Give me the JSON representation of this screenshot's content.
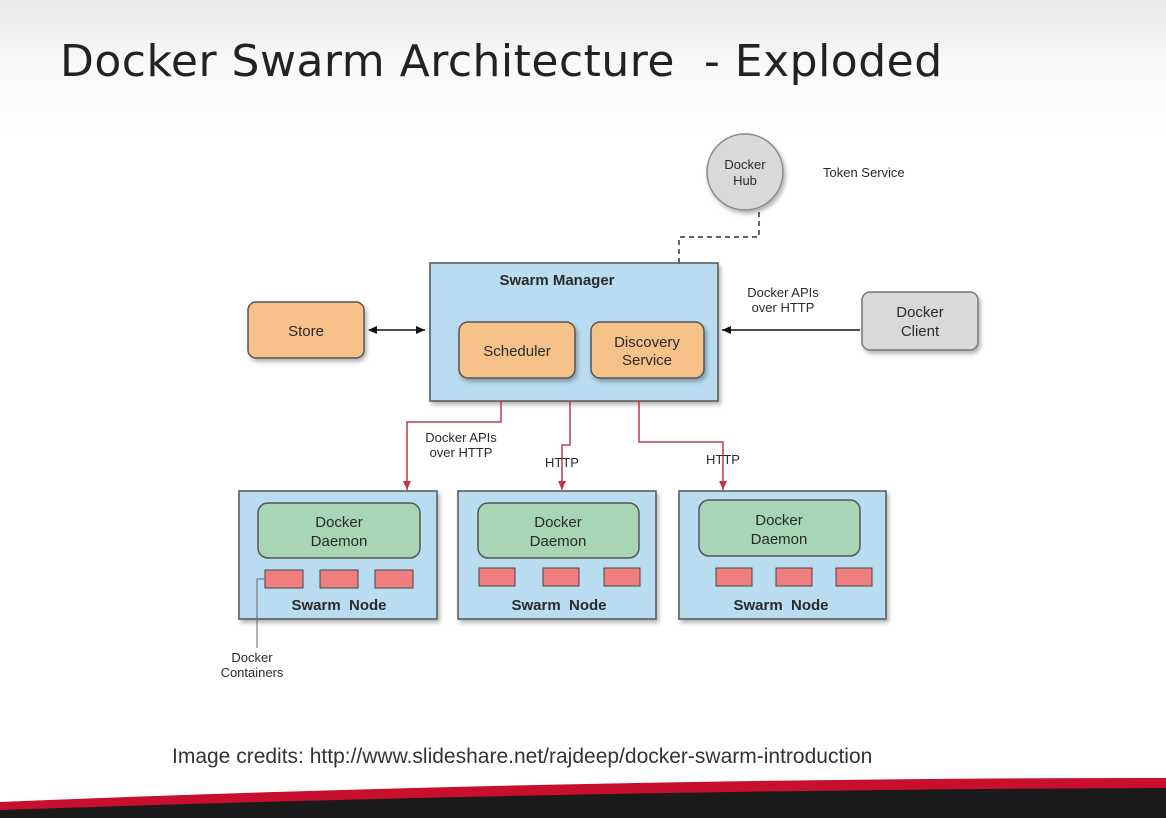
{
  "slide": {
    "title": "Docker Swarm Architecture  - Exploded",
    "credits": "Image credits: http://www.slideshare.net/rajdeep/docker-swarm-introduction"
  },
  "diagram": {
    "docker_hub": {
      "line1": "Docker",
      "line2": "Hub"
    },
    "token_service": "Token Service",
    "swarm_manager": {
      "title": "Swarm Manager",
      "scheduler": "Scheduler",
      "discovery_line1": "Discovery",
      "discovery_line2": "Service"
    },
    "store": "Store",
    "docker_apis_client": {
      "line1": "Docker APIs",
      "line2": "over HTTP"
    },
    "docker_client": {
      "line1": "Docker",
      "line2": "Client"
    },
    "docker_apis_node": {
      "line1": "Docker APIs",
      "line2": "over HTTP"
    },
    "http_label": "HTTP",
    "nodes": [
      {
        "daemon_line1": "Docker",
        "daemon_line2": "Daemon",
        "label": "Swarm  Node"
      },
      {
        "daemon_line1": "Docker",
        "daemon_line2": "Daemon",
        "label": "Swarm  Node"
      },
      {
        "daemon_line1": "Docker",
        "daemon_line2": "Daemon",
        "label": "Swarm  Node"
      }
    ],
    "containers_label": {
      "line1": "Docker",
      "line2": "Containers"
    },
    "colors": {
      "manager_fill": "#b9dcf0",
      "orange_fill": "#f7c18a",
      "green_fill": "#a8d5b3",
      "red_container": "#ef7f7f",
      "gray_fill": "#d9d9d9",
      "red_arrow": "#c0384a",
      "footer_red": "#c8102e"
    }
  }
}
